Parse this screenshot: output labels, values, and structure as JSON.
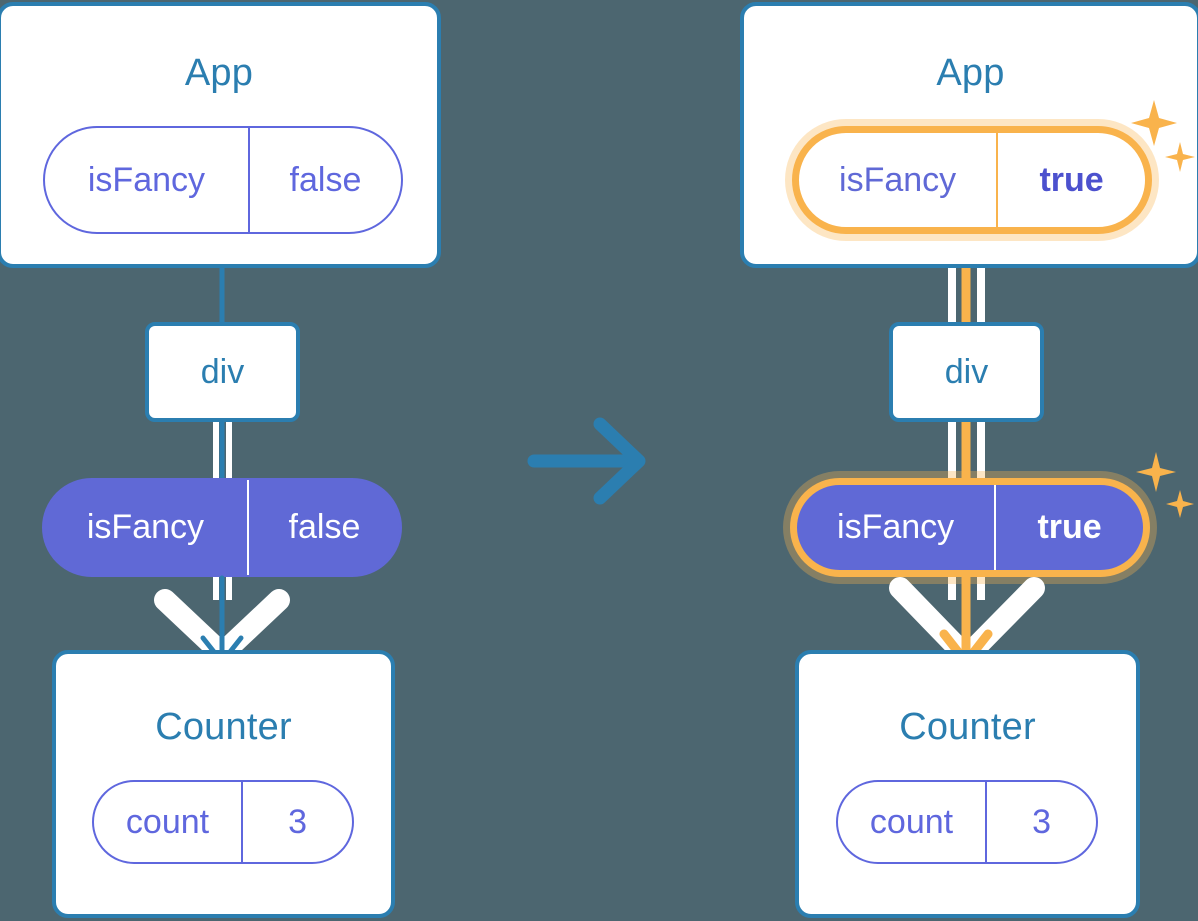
{
  "theme": {
    "background": "#4C6670",
    "box_border": "#2B7EB0",
    "box_title_color": "#2B7EB0",
    "pill_purple_fill": "#6069D6",
    "pill_purple_outline": "#5F67DE",
    "highlight_orange": "#F9B34C",
    "highlight_glow": "#FBDCA9",
    "white": "#FFFFFF"
  },
  "transition": {
    "arrow_icon": "arrow-right-icon",
    "arrow_color": "#2B7EB0"
  },
  "before": {
    "app": {
      "title": "App",
      "state_pill": {
        "key": "isFancy",
        "value": "false",
        "highlighted": false
      }
    },
    "div": {
      "label": "div"
    },
    "prop_pill": {
      "key": "isFancy",
      "value": "false",
      "highlighted": false
    },
    "counter": {
      "title": "Counter",
      "state_pill": {
        "key": "count",
        "value": "3",
        "highlighted": false
      }
    },
    "arrow_down_color": "#2B7EB0"
  },
  "after": {
    "app": {
      "title": "App",
      "state_pill": {
        "key": "isFancy",
        "value": "true",
        "highlighted": true
      }
    },
    "div": {
      "label": "div"
    },
    "prop_pill": {
      "key": "isFancy",
      "value": "true",
      "highlighted": true
    },
    "counter": {
      "title": "Counter",
      "state_pill": {
        "key": "count",
        "value": "3",
        "highlighted": false
      }
    },
    "arrow_down_color": "#F9B34C",
    "sparkle_icon": "sparkle-icon"
  }
}
